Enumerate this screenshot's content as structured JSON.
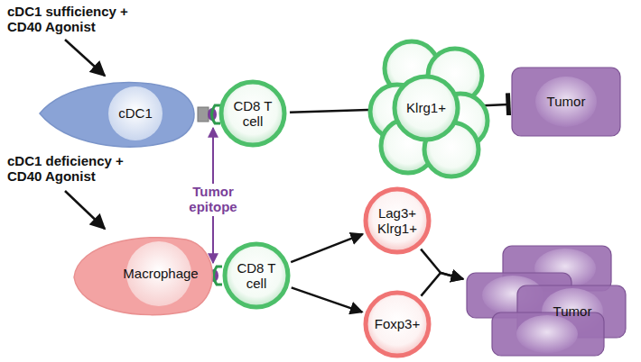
{
  "diagram": {
    "nodes": [
      {
        "text": [
          "cDC1"
        ]
      },
      {
        "text": [
          "CD8 T cell"
        ]
      },
      {
        "text": [
          "Klrg1+"
        ]
      },
      {
        "text": [
          "Tumor"
        ]
      },
      {
        "text": [
          "Macrophage"
        ]
      },
      {
        "text": [
          "CD8 T cell"
        ]
      },
      {
        "text": [
          "Lag3+ Klrg1+"
        ]
      },
      {
        "text": [
          "Foxp3+"
        ]
      },
      {
        "text": [
          "Tumor"
        ]
      }
    ],
    "edges": [
      {
        "from": 1,
        "to": 2,
        "arrow": "to"
      },
      {
        "from": 2,
        "to": 3,
        "arrow": "to"
      },
      {
        "from": 5,
        "to": 6,
        "arrow": "to"
      },
      {
        "from": 5,
        "to": 7,
        "arrow": "to"
      },
      {
        "from": 6,
        "to": 8,
        "arrow": "to"
      },
      {
        "from": 7,
        "to": 8,
        "arrow": "to"
      }
    ],
    "labels": [
      "cDC1 sufficiency + CD40 Agonist",
      "cDC1 deficiency + CD40 Agonist",
      "Tumor epitope"
    ]
  }
}
